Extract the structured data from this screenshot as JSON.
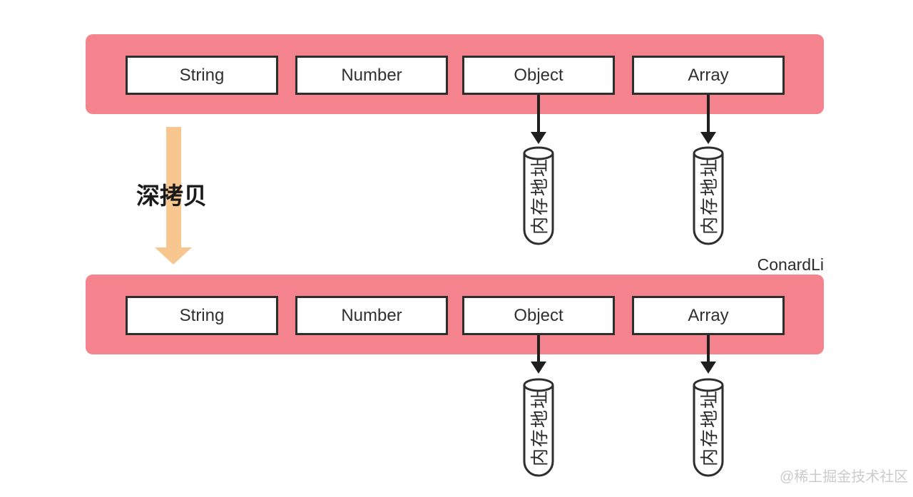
{
  "colors": {
    "bar_pink": "#F5838D",
    "box_border": "#2E2E2E",
    "arrow_black": "#1F1F1F",
    "arrow_orange": "#F8C78F",
    "text_dark": "#303030",
    "watermark_gray": "#CBCBCB"
  },
  "rows": {
    "top": {
      "boxes": [
        "String",
        "Number",
        "Object",
        "Array"
      ]
    },
    "bottom": {
      "boxes": [
        "String",
        "Number",
        "Object",
        "Array"
      ]
    }
  },
  "copy_arrow_label": "深拷贝",
  "memory_label": "内存地址",
  "author_label": "ConardLi",
  "watermark": "@稀土掘金技术社区"
}
